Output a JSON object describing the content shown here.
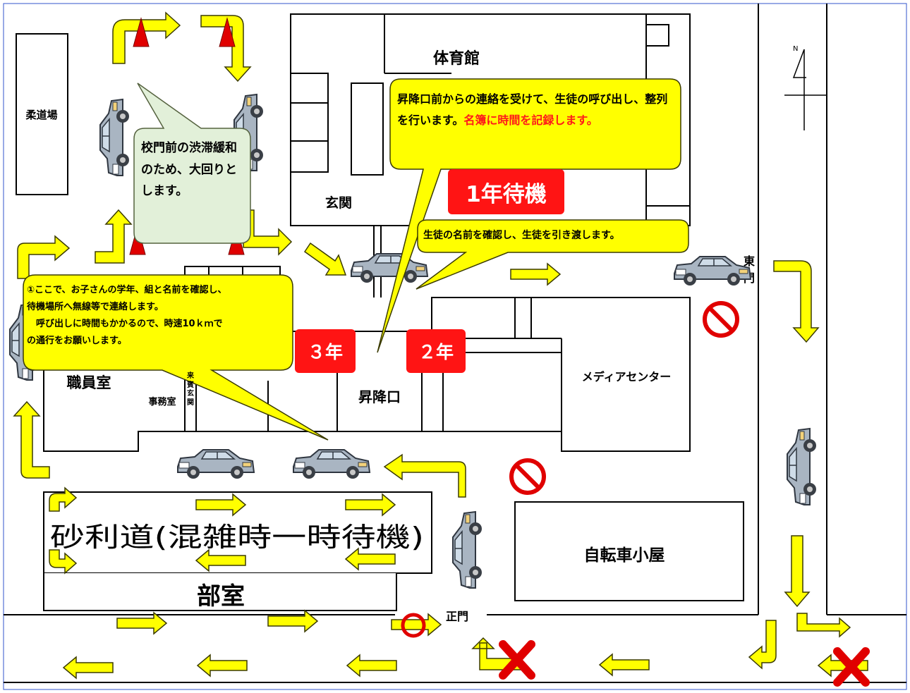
{
  "buildings": {
    "judo_hall": "柔道場",
    "gymnasium": "体育館",
    "entrance": "玄関",
    "staff_room": "職員室",
    "office": "事務室",
    "guest_entrance": "来賓玄関",
    "shoe_area": "昇降口",
    "media_center": "メディアセンター",
    "bicycle_shed": "自転車小屋",
    "club_room": "部室",
    "gravel_road": "砂利道(混雑時一時待機)"
  },
  "gates": {
    "east_gate": "東門",
    "main_gate": "正門"
  },
  "waiting_areas": {
    "grade1": "1年待機",
    "grade2": "２年",
    "grade3": "３年"
  },
  "callouts": {
    "detour": "校門前の渋滞緩和のため、大回りとします。",
    "call_students_plain": "昇降口前からの連絡を受けて、生徒の呼び出し、整列を行います。",
    "call_students_red": "名簿に時間を記録します。",
    "handover": "生徒の名前を確認し、生徒を引き渡します。",
    "confirm_line1": "①ここで、お子さんの学年、組と名前を確認し、",
    "confirm_line2": "待機場所へ無線等で連絡します。",
    "confirm_line3": "　呼び出しに時間もかかるので、時速10ｋｍで",
    "confirm_line4": "の通行をお願いします。"
  },
  "compass": {
    "north": "N"
  },
  "colors": {
    "arrow_fill": "#ffff00",
    "arrow_stroke": "#3b3b00",
    "callout_yellow": "#ffff00",
    "callout_green": "#e2f0d9",
    "tag_red": "#ff1414",
    "text_red": "#ff1a1a"
  },
  "symbols": [
    "car-icon",
    "no-entry-icon",
    "cross-mark-icon",
    "ok-circle-icon",
    "traffic-cone-icon",
    "flow-arrow-icon"
  ]
}
